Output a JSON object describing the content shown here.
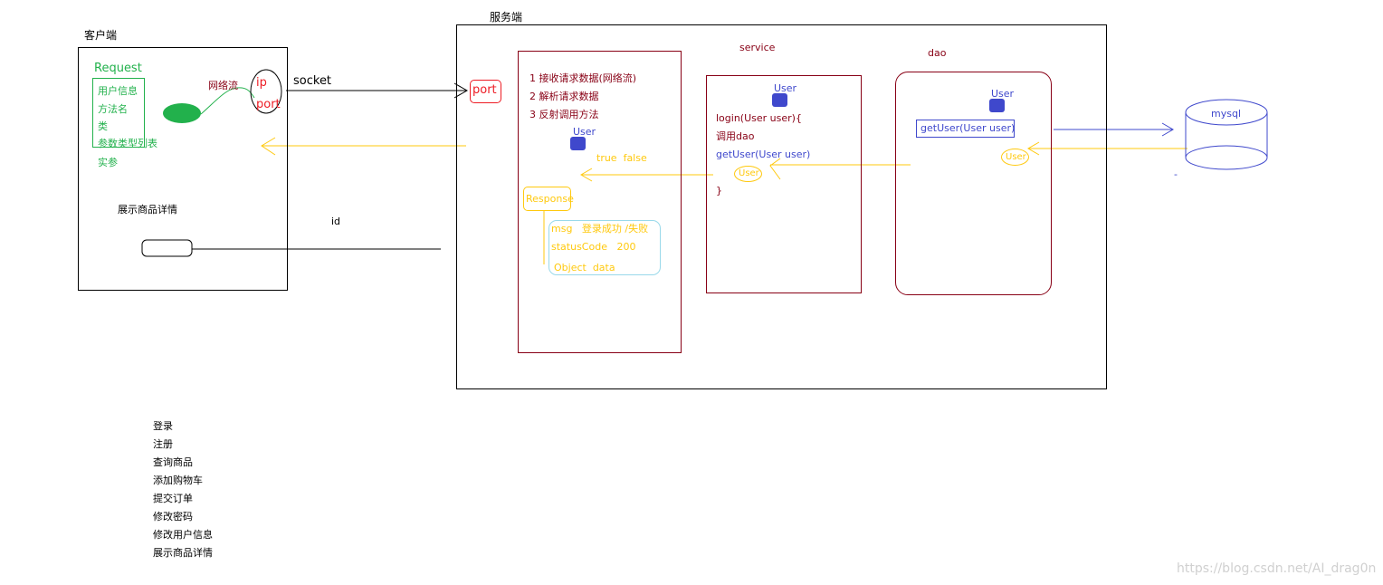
{
  "client": {
    "title": "客户端",
    "request_title": "Request",
    "request_items": [
      "用户信息",
      "方法名",
      "类",
      "参数类型列表",
      "实参"
    ],
    "stream_label": "网络流",
    "ip_label": "ip",
    "port_label": "port",
    "show_detail_label": "展示商品详情"
  },
  "socket_label": "socket",
  "id_label": "id",
  "server": {
    "title": "服务端",
    "port_label": "port",
    "handler": {
      "steps": [
        "1 接收请求数据(网络流)",
        "2 解析请求数据",
        "3 反射调用方法"
      ],
      "user_label": "User",
      "result_label": "true  false",
      "response_label": "Response",
      "response_fields": [
        "msg   登录成功 /失败",
        "statusCode   200",
        "Object  data"
      ]
    },
    "service": {
      "title": "service",
      "user_label": "User",
      "code_lines": [
        "login(User user){",
        "调用dao",
        "getUser(User user)",
        "}"
      ],
      "returned_user_label": "User"
    },
    "dao": {
      "title": "dao",
      "user_label": "User",
      "method_label": "getUser(User user)",
      "returned_user_label": "User"
    }
  },
  "db": {
    "label": "mysql",
    "dash": "-"
  },
  "functions": [
    "登录",
    "注册",
    "查询商品",
    "添加购物车",
    "提交订单",
    "修改密码",
    "修改用户信息",
    "展示商品详情"
  ],
  "watermark": "https://blog.csdn.net/AI_drag0n",
  "colors": {
    "black": "#000000",
    "darkred": "#880015",
    "red": "#ed1c24",
    "green": "#22b14c",
    "blue": "#3f48cc",
    "yellow": "#ffc90e",
    "lightblue": "#99d9ea",
    "watermark": "#d0d0d0"
  }
}
